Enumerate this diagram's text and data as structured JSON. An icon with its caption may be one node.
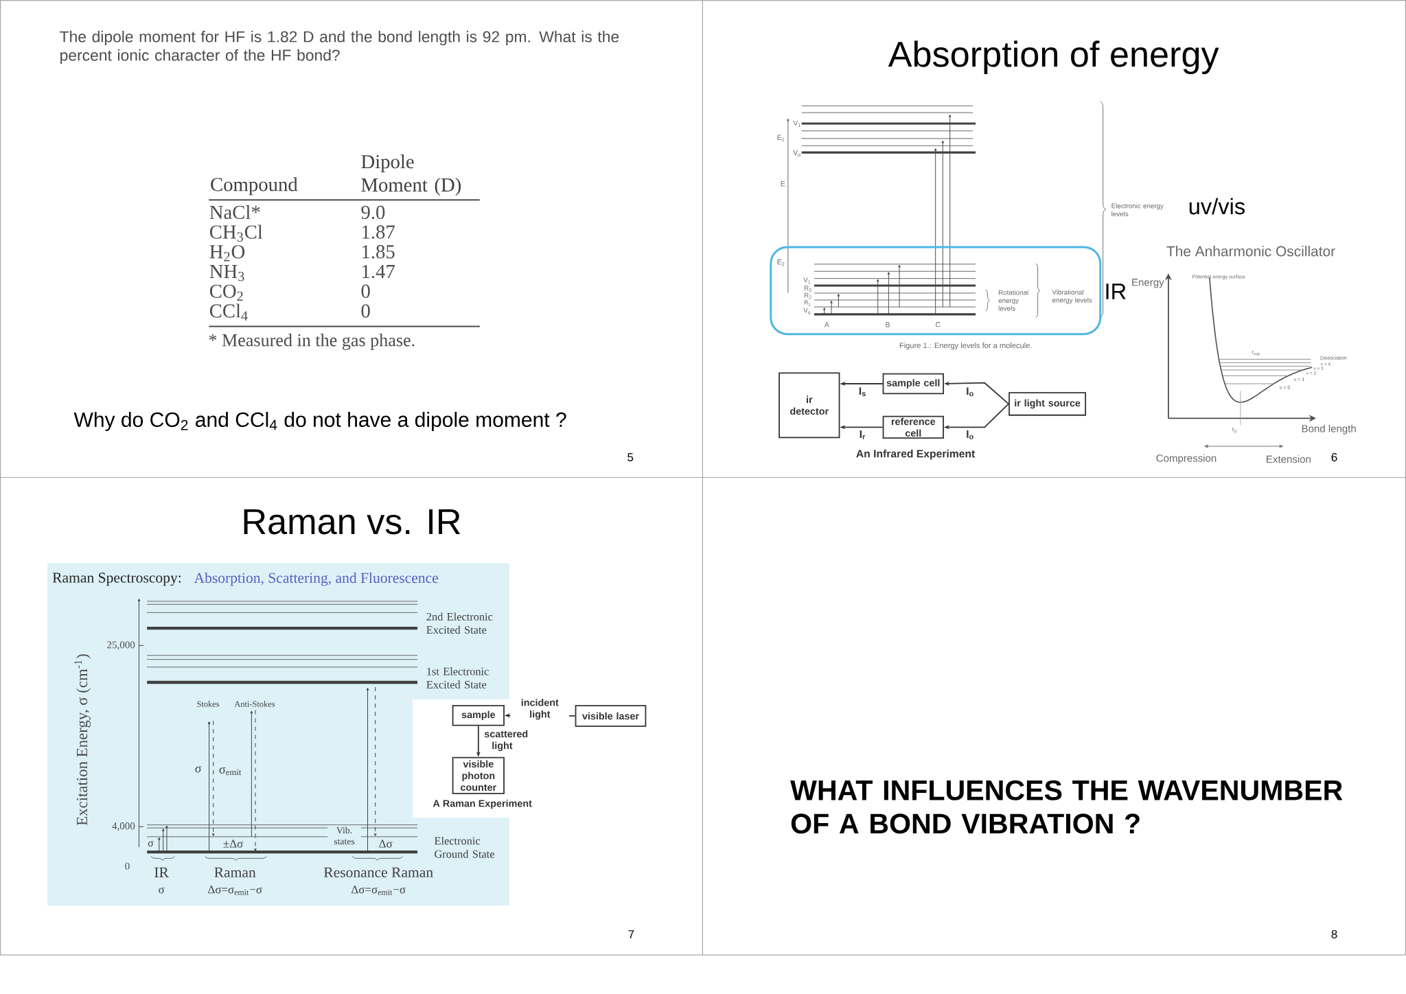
{
  "diagram": {
    "nodes": [
      {
        "text": [
          "ir detector"
        ]
      },
      {
        "text": [
          "sample cell"
        ]
      },
      {
        "text": [
          "reference cell"
        ]
      },
      {
        "text": [
          "ir light source"
        ]
      },
      {
        "text": [
          "sample"
        ]
      },
      {
        "text": [
          "visible laser"
        ]
      },
      {
        "text": [
          "visible photon counter"
        ]
      }
    ],
    "edges": [
      {
        "from": 3,
        "to": 1,
        "arrow": "to",
        "label": "I$_{o}$"
      },
      {
        "from": 3,
        "to": 2,
        "arrow": "to",
        "label": "I$_{o}$"
      },
      {
        "from": 1,
        "to": 0,
        "arrow": "to",
        "label": "I$_{s}$"
      },
      {
        "from": 2,
        "to": 0,
        "arrow": "to",
        "label": "I$_{r}$"
      },
      {
        "from": 5,
        "to": 4,
        "arrow": "to",
        "label": "incident light"
      },
      {
        "from": 4,
        "to": 6,
        "arrow": "to",
        "label": "scattered light"
      }
    ],
    "labels": [
      "The dipole moment for HF is 1.82 D and the bond length is 92 pm. What is the percent ionic character of the HF bond?",
      "Compound",
      "Dipole Moment (D)",
      "NaCl*",
      "9.0",
      "CH$_{3}$Cl",
      "1.87",
      "H$_{2}$O",
      "1.85",
      "NH$_{3}$",
      "1.47",
      "CO$_{2}$",
      "0",
      "CCl$_{4}$",
      "0",
      "* Measured in the gas phase.",
      "Why do CO$_{2}$ and CCl$_{4}$ do not have a dipole moment ?",
      "5",
      "Absorption of energy",
      "V$_{1}$",
      "E$_{1}$",
      "V$_{o}$",
      "E",
      "E$_{2}$",
      "V$_{1}$",
      "R$_{3}$",
      "R$_{2}$",
      "R$_{1}$",
      "V$_{o}$",
      "A",
      "B",
      "C",
      "Rotational energy levels",
      "Vibrational energy levels",
      "Figure 1.: Energy levels for a molecule.",
      "Electronic energy levels",
      "uv/vis",
      "IR",
      "An Infrared Experiment",
      "The Anharmonic Oscillator",
      "Energy",
      "Potential energy surface",
      "r$_{exp}$",
      "Dissociation",
      "v = 4",
      "v = 3",
      "v = 2",
      "v = 1",
      "v = 0",
      "r$_{0}$",
      "Bond length",
      "Compression",
      "Extension",
      "6",
      "Raman vs. IR",
      "Raman Spectroscopy:",
      "Absorption, Scattering, and Fluorescence",
      "Excitation Energy, σ (cm$^{-1}$)",
      "25,000",
      "2nd Electronic Excited State",
      "1st Electronic Excited State",
      "Stokes",
      "Anti-Stokes",
      "σ",
      "σ$_{emit}$",
      "4,000",
      "σ",
      "±Δσ",
      "Vib. states",
      "Δσ",
      "Electronic Ground State",
      "0",
      "IR",
      "Raman",
      "Resonance Raman",
      "σ",
      "Δσ=σ$_{emit}$−σ",
      "Δσ=σ$_{emit}$−σ",
      "A Raman Experiment",
      "7",
      "WHAT INFLUENCES THE WAVENUMBER OF A BOND VIBRATION ?",
      "8"
    ]
  }
}
